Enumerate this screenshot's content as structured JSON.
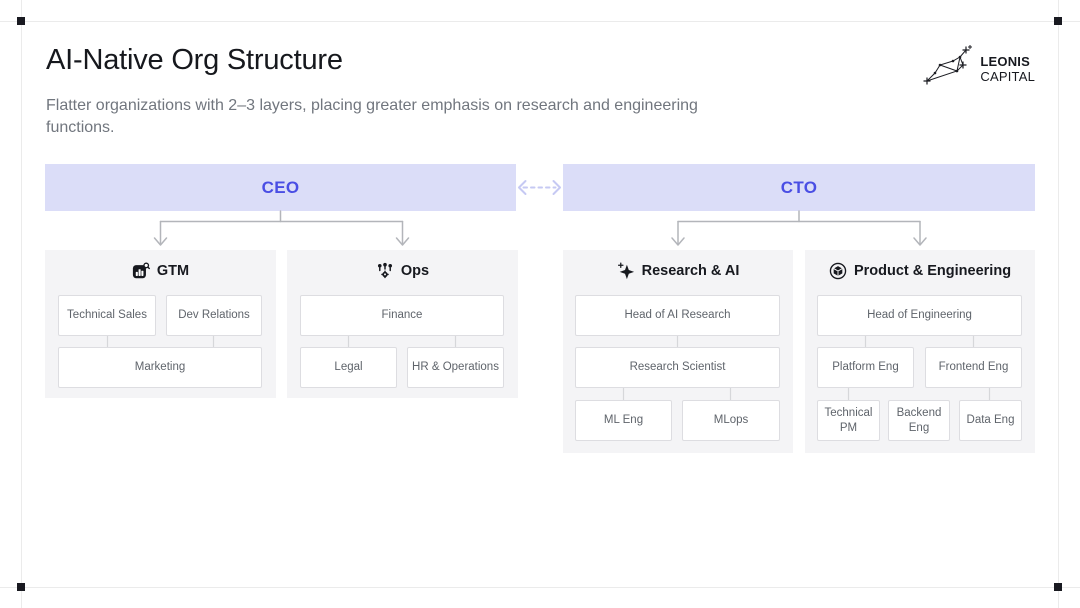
{
  "header": {
    "title": "AI-Native Org Structure",
    "subtitle": "Flatter organizations with 2–3 layers, placing greater emphasis on research and engineering functions."
  },
  "logo": {
    "icon": "leo-constellation-icon",
    "line1": "LEONIS",
    "line2": "CAPITAL"
  },
  "org": {
    "executives": [
      {
        "label": "CEO"
      },
      {
        "label": "CTO"
      }
    ],
    "link_between_executives": "dashed-double-headed-arrow",
    "departments": [
      {
        "name": "GTM",
        "icon": "analytics-search-icon",
        "children": [
          "Technical Sales",
          "Dev Relations",
          "Marketing"
        ]
      },
      {
        "name": "Ops",
        "icon": "team-gear-icon",
        "children": [
          "Finance",
          "Legal",
          "HR & Operations"
        ]
      },
      {
        "name": "Research & AI",
        "icon": "sparkle-icon",
        "children": [
          "Head of AI Research",
          "Research Scientist",
          "ML Eng",
          "MLops"
        ]
      },
      {
        "name": "Product & Engineering",
        "icon": "cube-icon",
        "children": [
          "Head of Engineering",
          "Platform Eng",
          "Frontend Eng",
          "Technical PM",
          "Backend Eng",
          "Data Eng"
        ]
      }
    ]
  },
  "colors": {
    "exec_bar_bg": "#dbddf8",
    "exec_text": "#4a4ee4",
    "dashed_link": "#c6c9f3",
    "panel_bg": "#f4f4f6",
    "tree_connector": "#b3b5ba",
    "box_border": "#dddde1",
    "box_text": "#5f646b"
  }
}
